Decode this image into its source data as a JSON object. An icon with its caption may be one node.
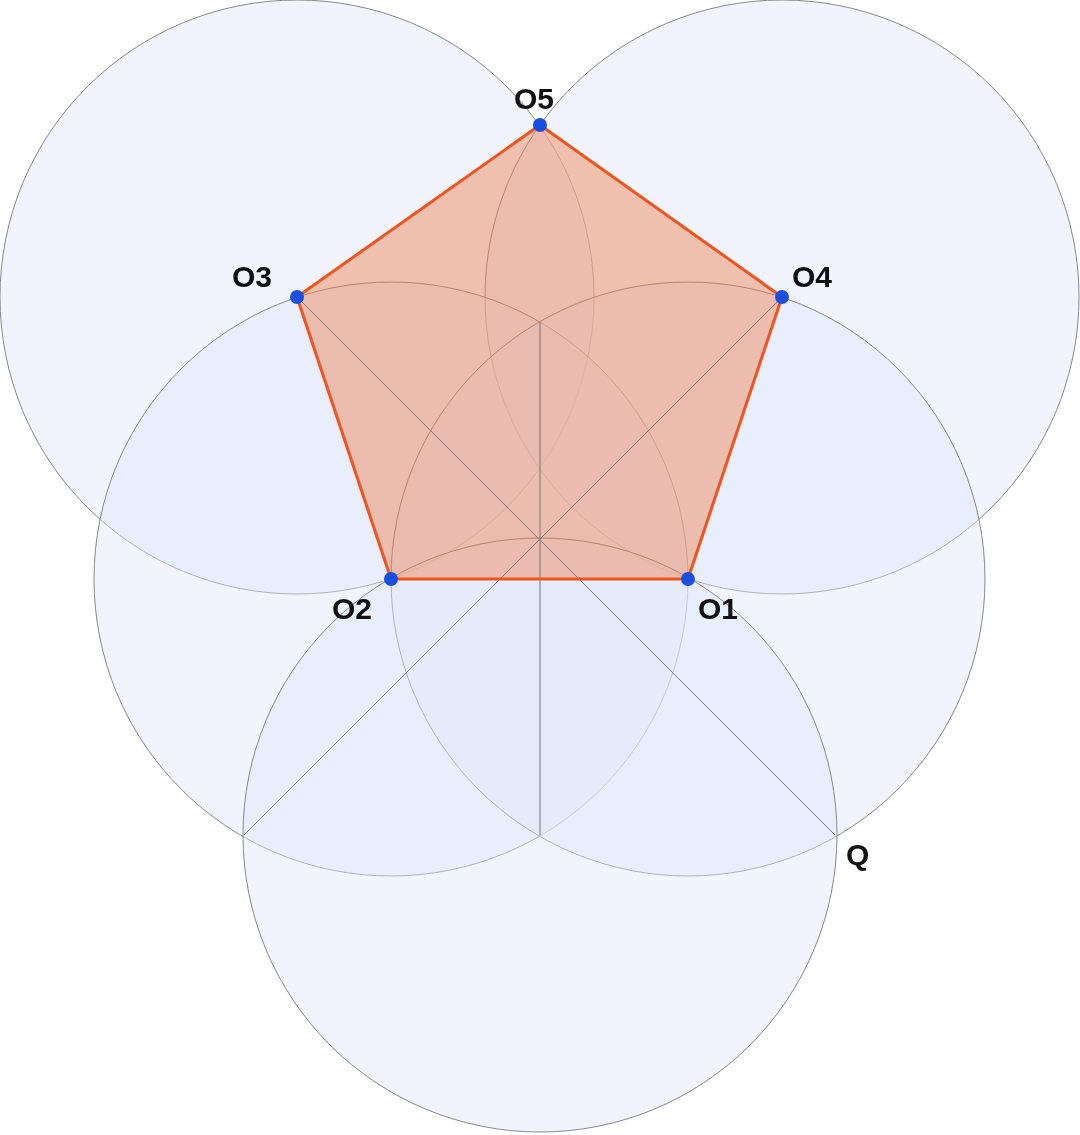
{
  "diagram": {
    "labels": [
      "O5",
      "O3",
      "O4",
      "O2",
      "O1",
      "Q"
    ]
  }
}
